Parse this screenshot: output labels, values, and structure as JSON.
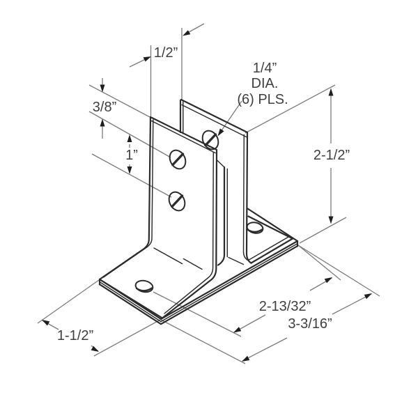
{
  "drawing": {
    "dimensions": {
      "ear_gap": "1/2”",
      "hole_offset_top": "3/8”",
      "hole_spacing": "1”",
      "hole_note": {
        "line1": "1/4”",
        "line2": "DIA.",
        "line3": "(6) PLS."
      },
      "ear_height": "2-1/2”",
      "hole_to_edge": "2-13/32”",
      "base_length": "3-3/16”",
      "base_width": "1-1/2”"
    }
  }
}
